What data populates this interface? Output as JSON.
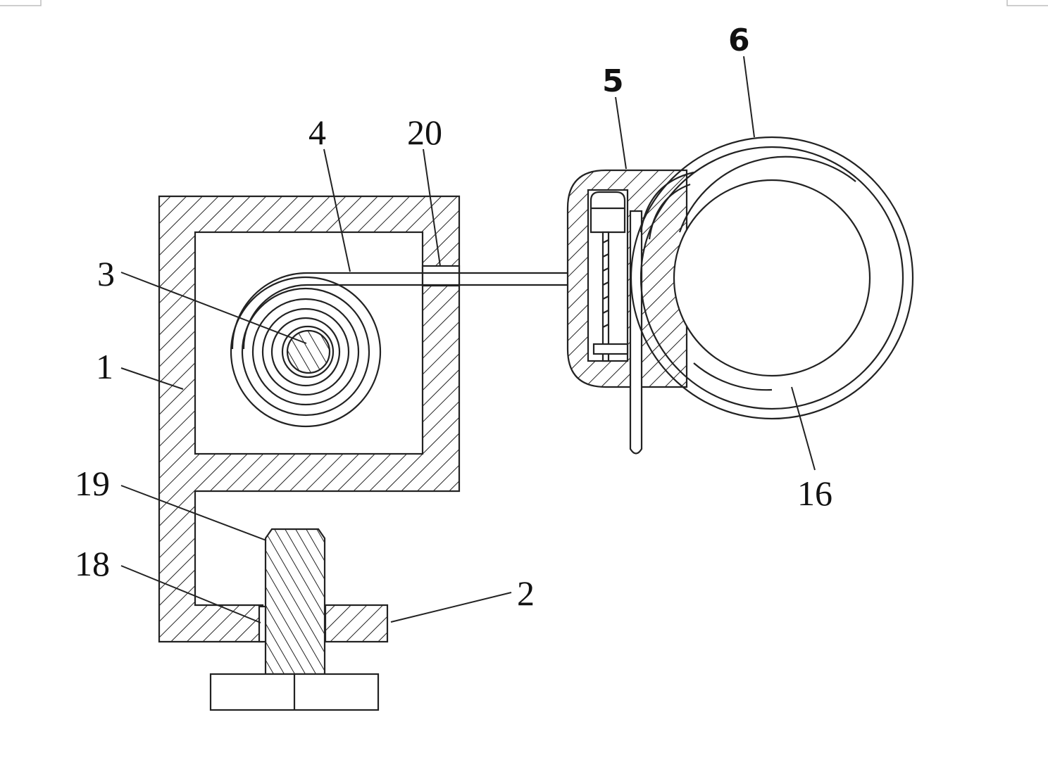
{
  "callouts": {
    "c1": "1",
    "c2": "2",
    "c3": "3",
    "c4": "4",
    "c5": "5",
    "c6": "6",
    "c16": "16",
    "c18": "18",
    "c19": "19",
    "c20": "20"
  },
  "colors": {
    "line": "#222222",
    "background": "#ffffff"
  }
}
